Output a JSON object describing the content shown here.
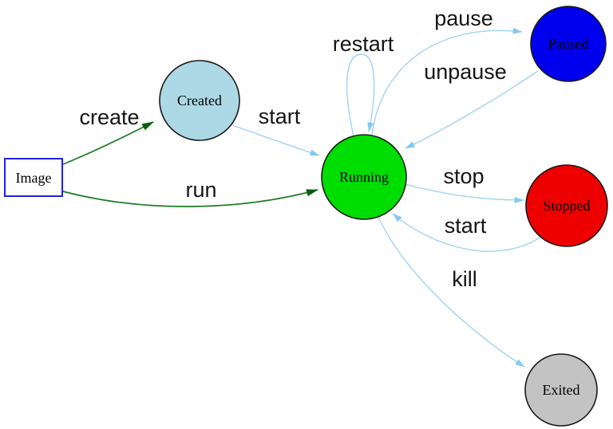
{
  "diagram": {
    "type": "state-diagram",
    "background": "#ffffff",
    "palette": {
      "edge_blue": "#9fd4f2",
      "arrow_blue": "#85c9ee",
      "edge_green": "#1a7a1f",
      "arrow_green": "#0a5c10",
      "label_color": "#151515"
    },
    "nodes": [
      {
        "id": "image",
        "label": "Image",
        "shape": "rectangle",
        "fill": "#ffffff",
        "border": "#2323e0"
      },
      {
        "id": "created",
        "label": "Created",
        "shape": "circle",
        "fill": "#add8e6"
      },
      {
        "id": "running",
        "label": "Running",
        "shape": "circle",
        "fill": "#00dd00"
      },
      {
        "id": "paused",
        "label": "Paused",
        "shape": "circle",
        "fill": "#0000ee"
      },
      {
        "id": "stopped",
        "label": "Stopped",
        "shape": "circle",
        "fill": "#ee0000"
      },
      {
        "id": "exited",
        "label": "Exited",
        "shape": "circle",
        "fill": "#c3c3c3"
      }
    ],
    "edges": [
      {
        "label": "create",
        "from": "image",
        "to": "created",
        "style": "green"
      },
      {
        "label": "run",
        "from": "image",
        "to": "running",
        "style": "green"
      },
      {
        "label": "start",
        "from": "created",
        "to": "running",
        "style": "blue"
      },
      {
        "label": "restart",
        "from": "running",
        "to": "running",
        "style": "blue"
      },
      {
        "label": "pause",
        "from": "running",
        "to": "paused",
        "style": "blue"
      },
      {
        "label": "unpause",
        "from": "paused",
        "to": "running",
        "style": "blue"
      },
      {
        "label": "stop",
        "from": "running",
        "to": "stopped",
        "style": "blue"
      },
      {
        "label": "start",
        "from": "stopped",
        "to": "running",
        "style": "blue"
      },
      {
        "label": "kill",
        "from": "running",
        "to": "exited",
        "style": "blue"
      }
    ]
  }
}
